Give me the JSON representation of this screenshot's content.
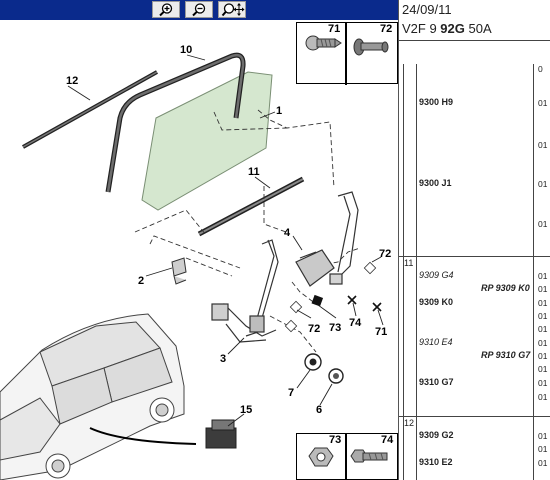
{
  "toolbar": {
    "buttons": [
      {
        "name": "zoom-in-button",
        "icon": "zoom-in-icon"
      },
      {
        "name": "zoom-out-button",
        "icon": "zoom-out-icon"
      },
      {
        "name": "zoom-pan-button",
        "icon": "zoom-move-icon"
      }
    ]
  },
  "diagram": {
    "callouts": {
      "c1": "1",
      "c2": "2",
      "c3": "3",
      "c4": "4",
      "c6": "6",
      "c7": "7",
      "c10": "10",
      "c11": "11",
      "c12": "12",
      "c15": "15",
      "c71a": "71",
      "c71b": "71",
      "c72a": "72",
      "c72b": "72",
      "c72c": "72",
      "c73": "73",
      "c74": "74"
    },
    "inset_top": {
      "left": "71",
      "right": "72"
    },
    "inset_bottom": {
      "left": "73",
      "right": "74"
    }
  },
  "header": {
    "date": "24/09/11",
    "model_prefix": "V2F 9 ",
    "model_bold": "92G",
    "model_suffix": " 50A"
  },
  "groups": {
    "g11": "11",
    "g12": "12"
  },
  "rows": {
    "r1_code": "9300 H9",
    "r1_side": "01",
    "r2_code": "9300 J1",
    "r2_side": "01",
    "r3_code": "9309 G4",
    "r3_side": "01",
    "r3_rp": "RP 9309 K0",
    "r3_rp_side": "01",
    "r4_code": "9309 K0",
    "r4_side": "01",
    "r5_code": "9310 E4",
    "r5_side": "01",
    "r5_rp": "RP 9310 G7",
    "r5_rp_side": "01",
    "r6_code": "9310 G7",
    "r6_side": "01",
    "r7_code": "9309 G2",
    "r7_side": "01",
    "r8_code": "9310 E2",
    "r8_side": "01",
    "top_side": "0"
  }
}
